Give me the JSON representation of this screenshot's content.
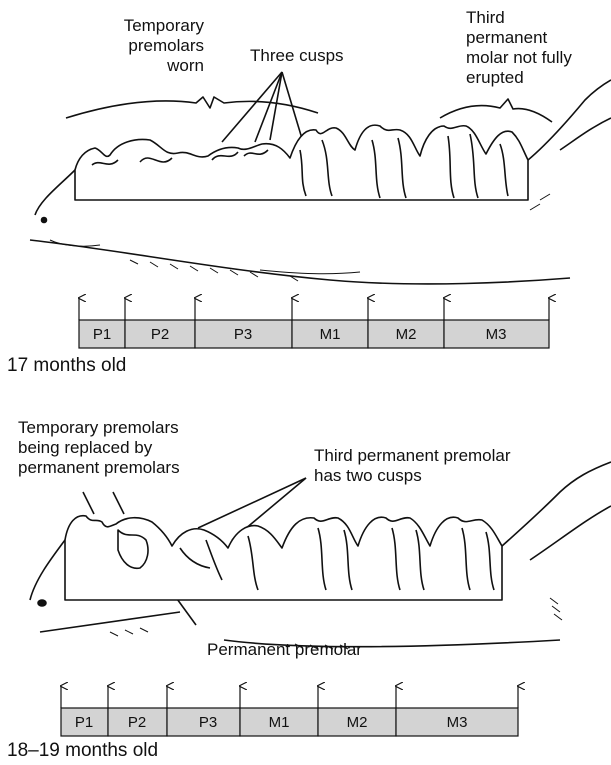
{
  "panels": [
    {
      "age_label": "17 months old",
      "annotations": {
        "temporary_worn": "Temporary\npremolars\nworn",
        "three_cusps": "Three cusps",
        "third_molar": "Third\npermanent\nmolar not fully\nerupted"
      },
      "segments": [
        "P1",
        "P2",
        "P3",
        "M1",
        "M2",
        "M3"
      ]
    },
    {
      "age_label": "18–19 months old",
      "annotations": {
        "being_replaced": "Temporary premolars\nbeing replaced by\npermanent premolars",
        "two_cusps": "Third permanent premolar\nhas two cusps",
        "permanent_premolar": "Permanent premolar"
      },
      "segments": [
        "P1",
        "P2",
        "P3",
        "M1",
        "M2",
        "M3"
      ]
    }
  ],
  "colors": {
    "segment_fill": "#d3d3d3",
    "ink": "#111111"
  }
}
